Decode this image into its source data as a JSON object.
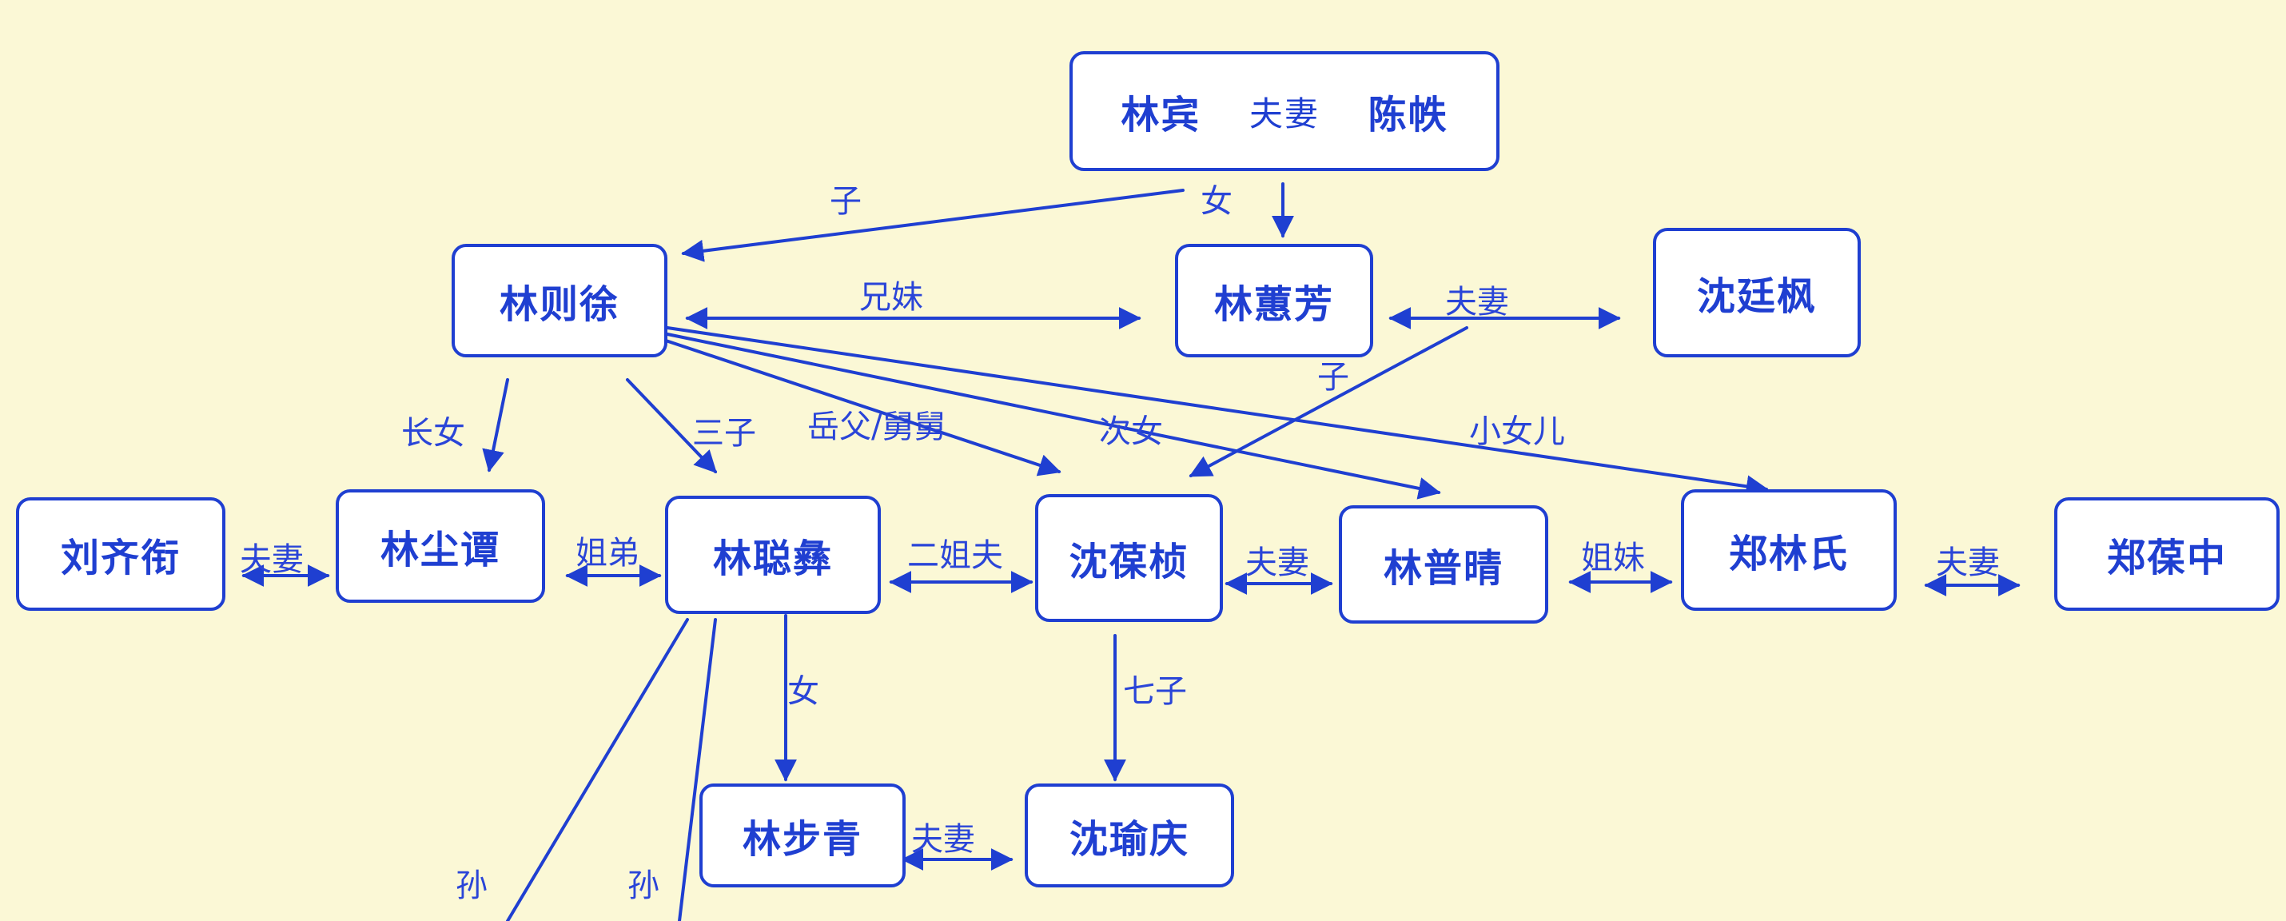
{
  "colors": {
    "background": "#fbf8d6",
    "line": "#1f3fd1",
    "text": "#1f3fd1"
  },
  "people": {
    "lin_bin": "林宾",
    "chen_tie": "陈帙",
    "lin_zexu": "林则徐",
    "lin_huifang": "林蕙芳",
    "shen_tingfeng": "沈廷枫",
    "liu_qiheng": "刘齐衔",
    "lin_chentan": "林尘谭",
    "lin_congyi": "林聪彝",
    "shen_baozhen": "沈葆桢",
    "lin_puqing": "林普晴",
    "zheng_linshi": "郑林氏",
    "zheng_baozhong": "郑葆中",
    "lin_buqing": "林步青",
    "shen_yuqing": "沈瑜庆"
  },
  "relations": {
    "top_couple": "夫妻",
    "son": "子",
    "daughter": "女",
    "siblings": "兄妹",
    "huifang_couple": "夫妻",
    "huifang_son": "子",
    "eldest_daughter": "长女",
    "third_son": "三子",
    "father_in_law": "岳父/舅舅",
    "second_daughter": "次女",
    "youngest_daughter": "小女儿",
    "liu_couple": "夫妻",
    "sister_brother": "姐弟",
    "second_brother_in_law": "二姐夫",
    "shen_couple": "夫妻",
    "sisters": "姐妹",
    "zheng_couple": "夫妻",
    "congyi_daughter": "女",
    "seventh_son": "七子",
    "bottom_couple": "夫妻",
    "grandson_1": "孙",
    "grandson_2": "孙"
  }
}
